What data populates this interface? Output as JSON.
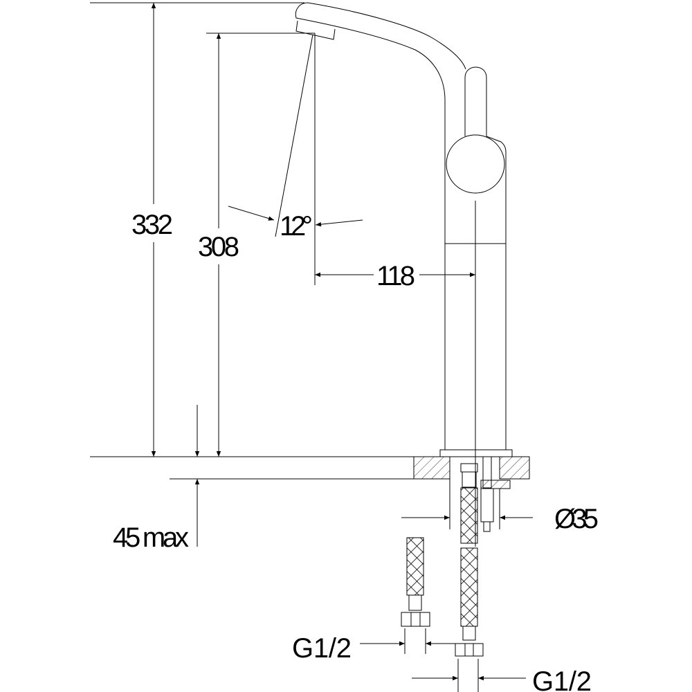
{
  "drawing": {
    "dimensions": {
      "total_height": "332",
      "spout_height": "308",
      "spout_angle": "12°",
      "spout_reach": "118",
      "deck_thickness": "45 max",
      "hole_diameter": "Ø35",
      "hose_thread_left": "G1/2",
      "hose_thread_right": "G1/2"
    },
    "colors": {
      "line": "#000000",
      "background": "#ffffff"
    }
  }
}
